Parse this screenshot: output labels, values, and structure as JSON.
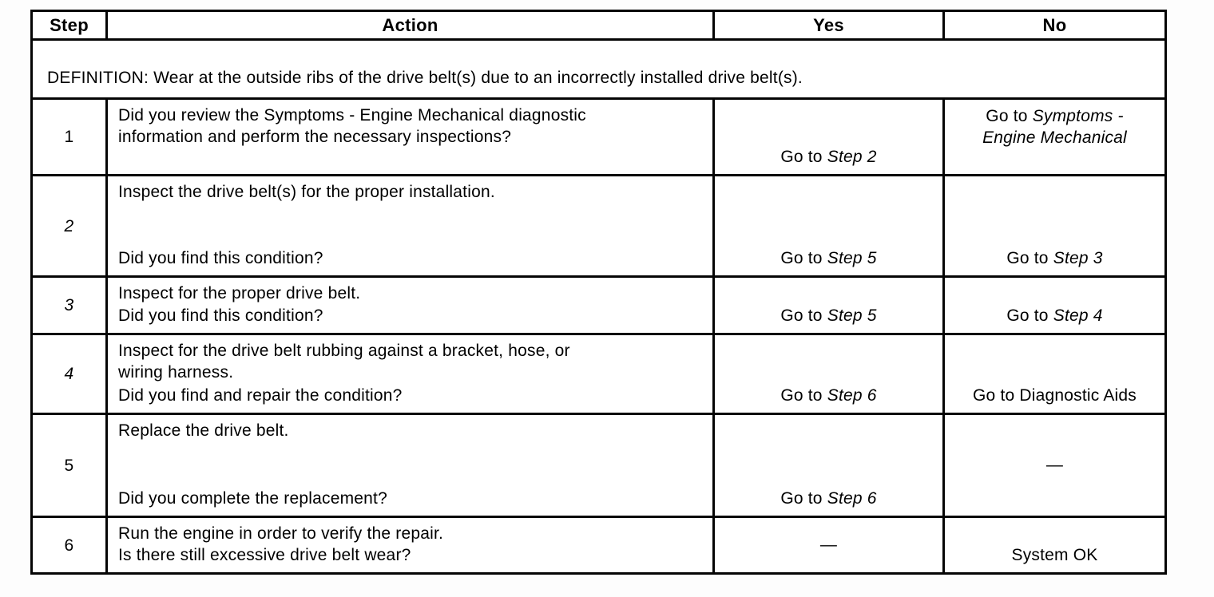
{
  "table": {
    "headers": {
      "step": "Step",
      "action": "Action",
      "yes": "Yes",
      "no": "No"
    },
    "definition": "DEFINITION: Wear at the outside ribs of the drive belt(s) due to an incorrectly installed drive belt(s).",
    "rows": [
      {
        "step": "1",
        "action": "Did you review the Symptoms - Engine Mechanical diagnostic\ninformation and perform the necessary inspections?",
        "question": "",
        "yes": {
          "pre": "Go to ",
          "em": "Step 2"
        },
        "no": {
          "pre": "Go to ",
          "em": "Symptoms -\nEngine Mechanical"
        }
      },
      {
        "step": "2",
        "action": "Inspect the drive belt(s) for the proper installation.",
        "question": "Did you find this condition?",
        "yes": {
          "pre": "Go to ",
          "em": "Step 5"
        },
        "no": {
          "pre": "Go to ",
          "em": "Step 3"
        }
      },
      {
        "step": "3",
        "action": "Inspect for the proper drive belt.",
        "question": "Did you find this condition?",
        "yes": {
          "pre": "Go to ",
          "em": "Step 5"
        },
        "no": {
          "pre": "Go to ",
          "em": "Step 4"
        }
      },
      {
        "step": "4",
        "action": "Inspect for the drive belt rubbing against a bracket, hose, or\nwiring harness.",
        "question": "Did you find and repair the condition?",
        "yes": {
          "pre": "Go to ",
          "em": "Step 6"
        },
        "no": {
          "pre": "Go to Diagnostic Aids",
          "em": ""
        }
      },
      {
        "step": "5",
        "action": "Replace the drive belt.",
        "question": "Did you complete the replacement?",
        "yes": {
          "pre": "Go to ",
          "em": "Step 6"
        },
        "no": {
          "pre": "—",
          "em": ""
        }
      },
      {
        "step": "6",
        "action": "Run the engine in order to verify the repair.",
        "question": "Is there still excessive drive belt wear?",
        "yes": {
          "pre": "—",
          "em": ""
        },
        "no": {
          "pre": "System OK",
          "em": ""
        }
      }
    ]
  }
}
